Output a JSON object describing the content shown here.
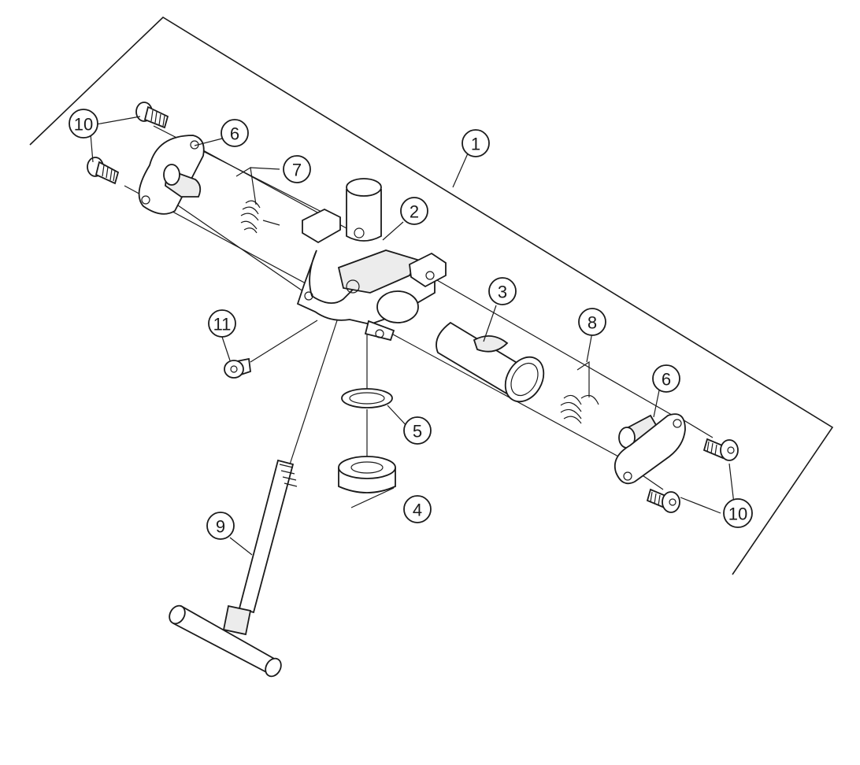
{
  "diagram": {
    "callouts": [
      {
        "id": "c1",
        "label": "1"
      },
      {
        "id": "c2",
        "label": "2"
      },
      {
        "id": "c3",
        "label": "3"
      },
      {
        "id": "c4",
        "label": "4"
      },
      {
        "id": "c5",
        "label": "5"
      },
      {
        "id": "c6a",
        "label": "6"
      },
      {
        "id": "c6b",
        "label": "6"
      },
      {
        "id": "c7",
        "label": "7"
      },
      {
        "id": "c8",
        "label": "8"
      },
      {
        "id": "c9",
        "label": "9"
      },
      {
        "id": "c10a",
        "label": "10"
      },
      {
        "id": "c10b",
        "label": "10"
      },
      {
        "id": "c11",
        "label": "11"
      }
    ]
  }
}
